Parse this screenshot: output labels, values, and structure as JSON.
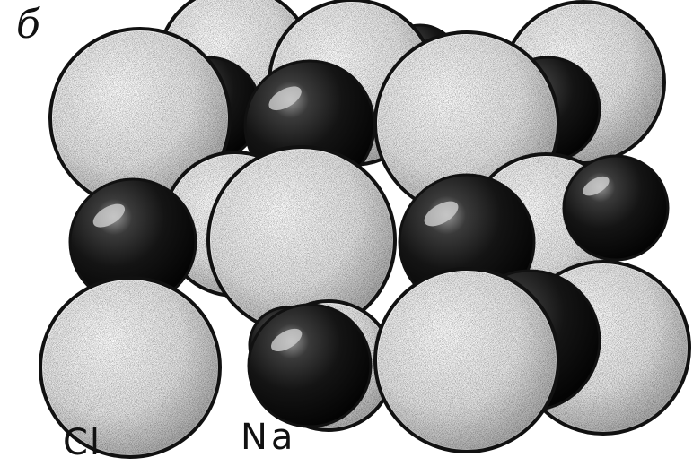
{
  "panel_label": "б",
  "labels": {
    "chlorine": "Cl",
    "sodium": "Na"
  },
  "colors": {
    "chloride_ion": "#e6e6e6",
    "sodium_ion": "#151515",
    "outline": "#111111"
  }
}
